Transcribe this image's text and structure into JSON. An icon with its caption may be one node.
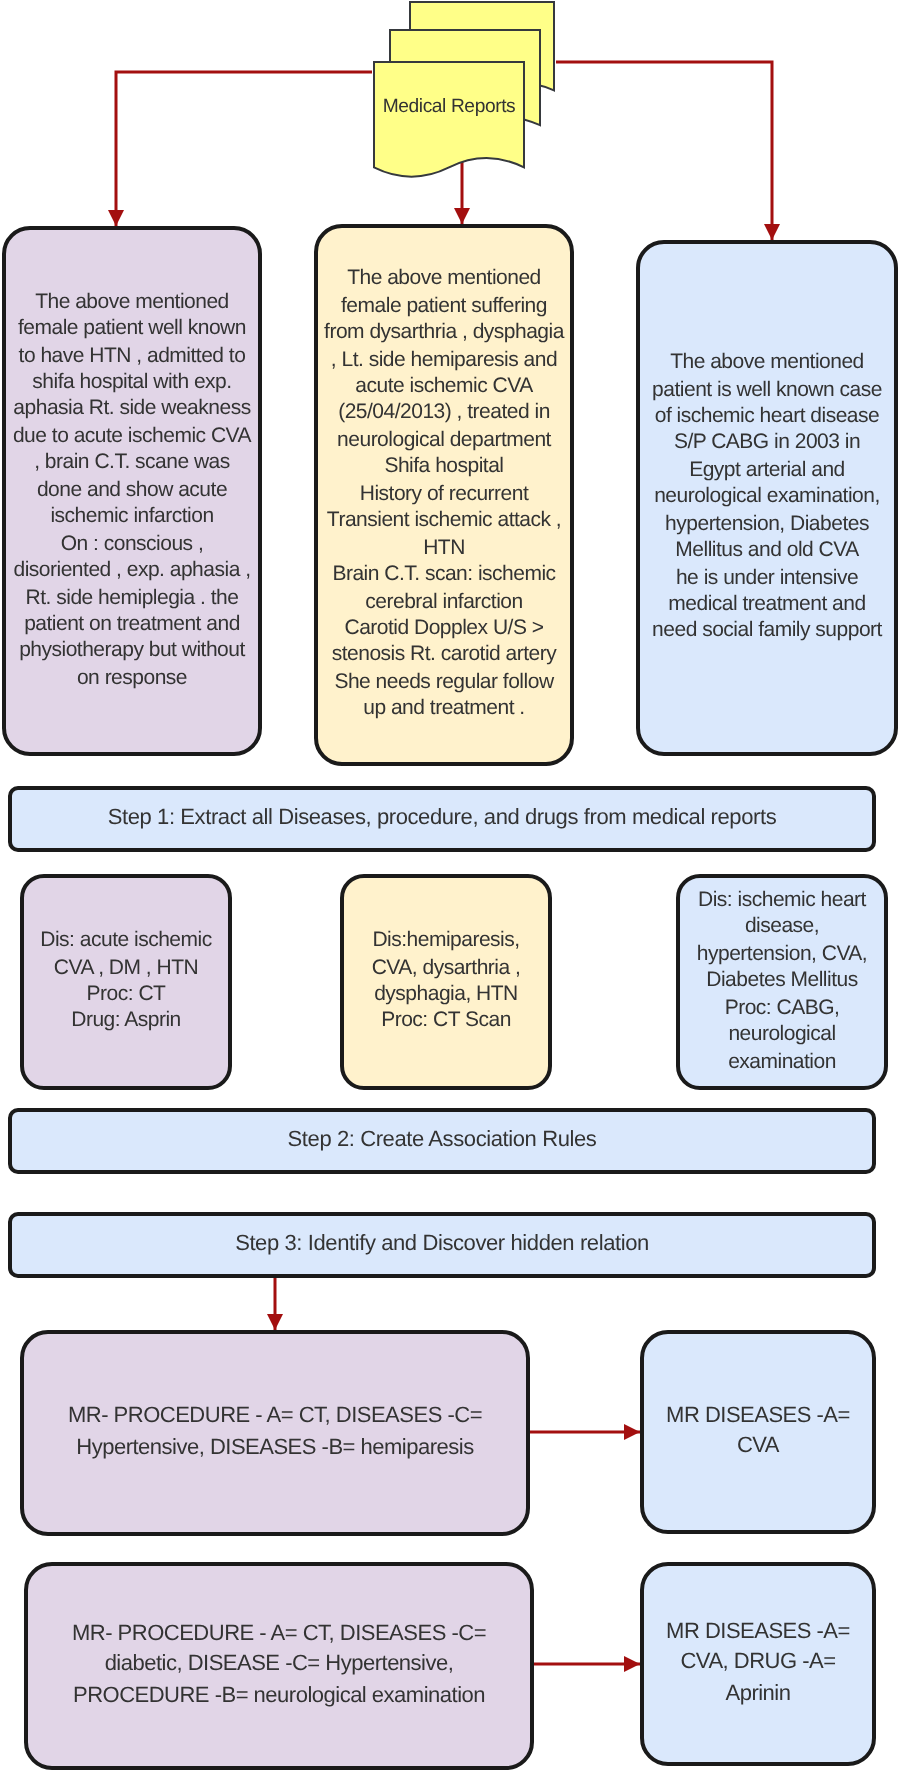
{
  "diagram": {
    "nodes": [
      {
        "text": [
          "Medical Reports"
        ]
      },
      {
        "text": [
          "The above mentioned female patient well known to have HTN , admitted to shifa hospital with exp. aphasia Rt. side weakness due to acute ischemic CVA , brain C.T. scane was done and show acute ischemic infarction",
          "On : conscious , disoriented , exp. aphasia , Rt. side hemiplegia . the patient on treatment and physiotherapy but without on response"
        ]
      },
      {
        "text": [
          "The above mentioned female patient suffering from dysarthria , dysphagia , Lt. side hemiparesis and acute ischemic CVA (25/04/2013) , treated in neurological department Shifa hospital",
          "History of recurrent Transient ischemic attack , HTN",
          "Brain C.T. scan: ischemic cerebral infarction",
          "Carotid Dopplex U/S > stenosis Rt. carotid artery",
          "She needs regular follow up and treatment ."
        ]
      },
      {
        "text": [
          "The above mentioned patient is well known case of ischemic heart disease",
          "S/P CABG in 2003 in Egypt arterial and neurological examination, hypertension, Diabetes Mellitus and old CVA",
          "he is under intensive medical treatment and need social family support"
        ]
      },
      {
        "text": [
          "Step 1: Extract all Diseases, procedure, and drugs from medical reports"
        ]
      },
      {
        "text": [
          "Dis: acute ischemic CVA , DM , HTN",
          "Proc: CT",
          "Drug: Asprin"
        ]
      },
      {
        "text": [
          "Dis:hemiparesis, CVA, dysarthria , dysphagia, HTN",
          "Proc: CT Scan"
        ]
      },
      {
        "text": [
          "Dis: ischemic heart disease, hypertension, CVA, Diabetes Mellitus",
          "Proc: CABG, neurological examination"
        ]
      },
      {
        "text": [
          "Step 2: Create Association Rules"
        ]
      },
      {
        "text": [
          "Step 3: Identify and Discover hidden relation"
        ]
      },
      {
        "text": [
          "MR- PROCEDURE - A= CT, DISEASES -C= Hypertensive, DISEASES -B= hemiparesis"
        ]
      },
      {
        "text": [
          "MR DISEASES -A= CVA"
        ]
      },
      {
        "text": [
          "MR- PROCEDURE - A= CT, DISEASES -C= diabetic, DISEASE -C= Hypertensive, PROCEDURE -B= neurological examination"
        ]
      },
      {
        "text": [
          "MR DISEASES -A= CVA, DRUG -A= Aprinin"
        ]
      }
    ],
    "edges": [
      {
        "from": 0,
        "to": 1,
        "arrow": "to"
      },
      {
        "from": 0,
        "to": 2,
        "arrow": "to"
      },
      {
        "from": 0,
        "to": 3,
        "arrow": "to"
      },
      {
        "from": 9,
        "to": 10,
        "arrow": "to"
      },
      {
        "from": 10,
        "to": 11,
        "arrow": "to"
      },
      {
        "from": 12,
        "to": 13,
        "arrow": "to"
      }
    ]
  }
}
